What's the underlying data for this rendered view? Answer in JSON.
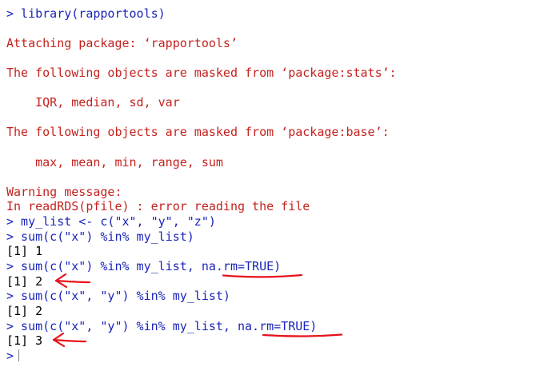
{
  "console": {
    "lines": [
      {
        "type": "cmd",
        "text": "> library(rapportools)"
      },
      {
        "type": "msg",
        "text": "Attaching package: ‘rapportools’"
      },
      {
        "type": "msg",
        "text": "The following objects are masked from ‘package:stats’:"
      },
      {
        "type": "msg",
        "text": "    IQR, median, sd, var"
      },
      {
        "type": "msg",
        "text": "The following objects are masked from ‘package:base’:"
      },
      {
        "type": "msg",
        "text": "    max, mean, min, range, sum"
      },
      {
        "type": "msg",
        "text": "Warning message:"
      },
      {
        "type": "msg",
        "text": "In readRDS(pfile) : error reading the file"
      },
      {
        "type": "cmd",
        "text": "> my_list <- c(\"x\", \"y\", \"z\")"
      },
      {
        "type": "cmd",
        "text": "> sum(c(\"x\") %in% my_list)"
      },
      {
        "type": "out",
        "text": "[1] 1"
      },
      {
        "type": "cmd",
        "text": "> sum(c(\"x\") %in% my_list, na.rm=TRUE)"
      },
      {
        "type": "out",
        "text": "[1] 2"
      },
      {
        "type": "cmd",
        "text": "> sum(c(\"x\", \"y\") %in% my_list)"
      },
      {
        "type": "out",
        "text": "[1] 2"
      },
      {
        "type": "cmd",
        "text": "> sum(c(\"x\", \"y\") %in% my_list, na.rm=TRUE)"
      },
      {
        "type": "out",
        "text": "[1] 3"
      }
    ],
    "prompt": ">"
  },
  "annotation_color": "#e8101a",
  "colors": {
    "command": "#1a24b8",
    "message": "#c4221e",
    "output": "#000000"
  }
}
